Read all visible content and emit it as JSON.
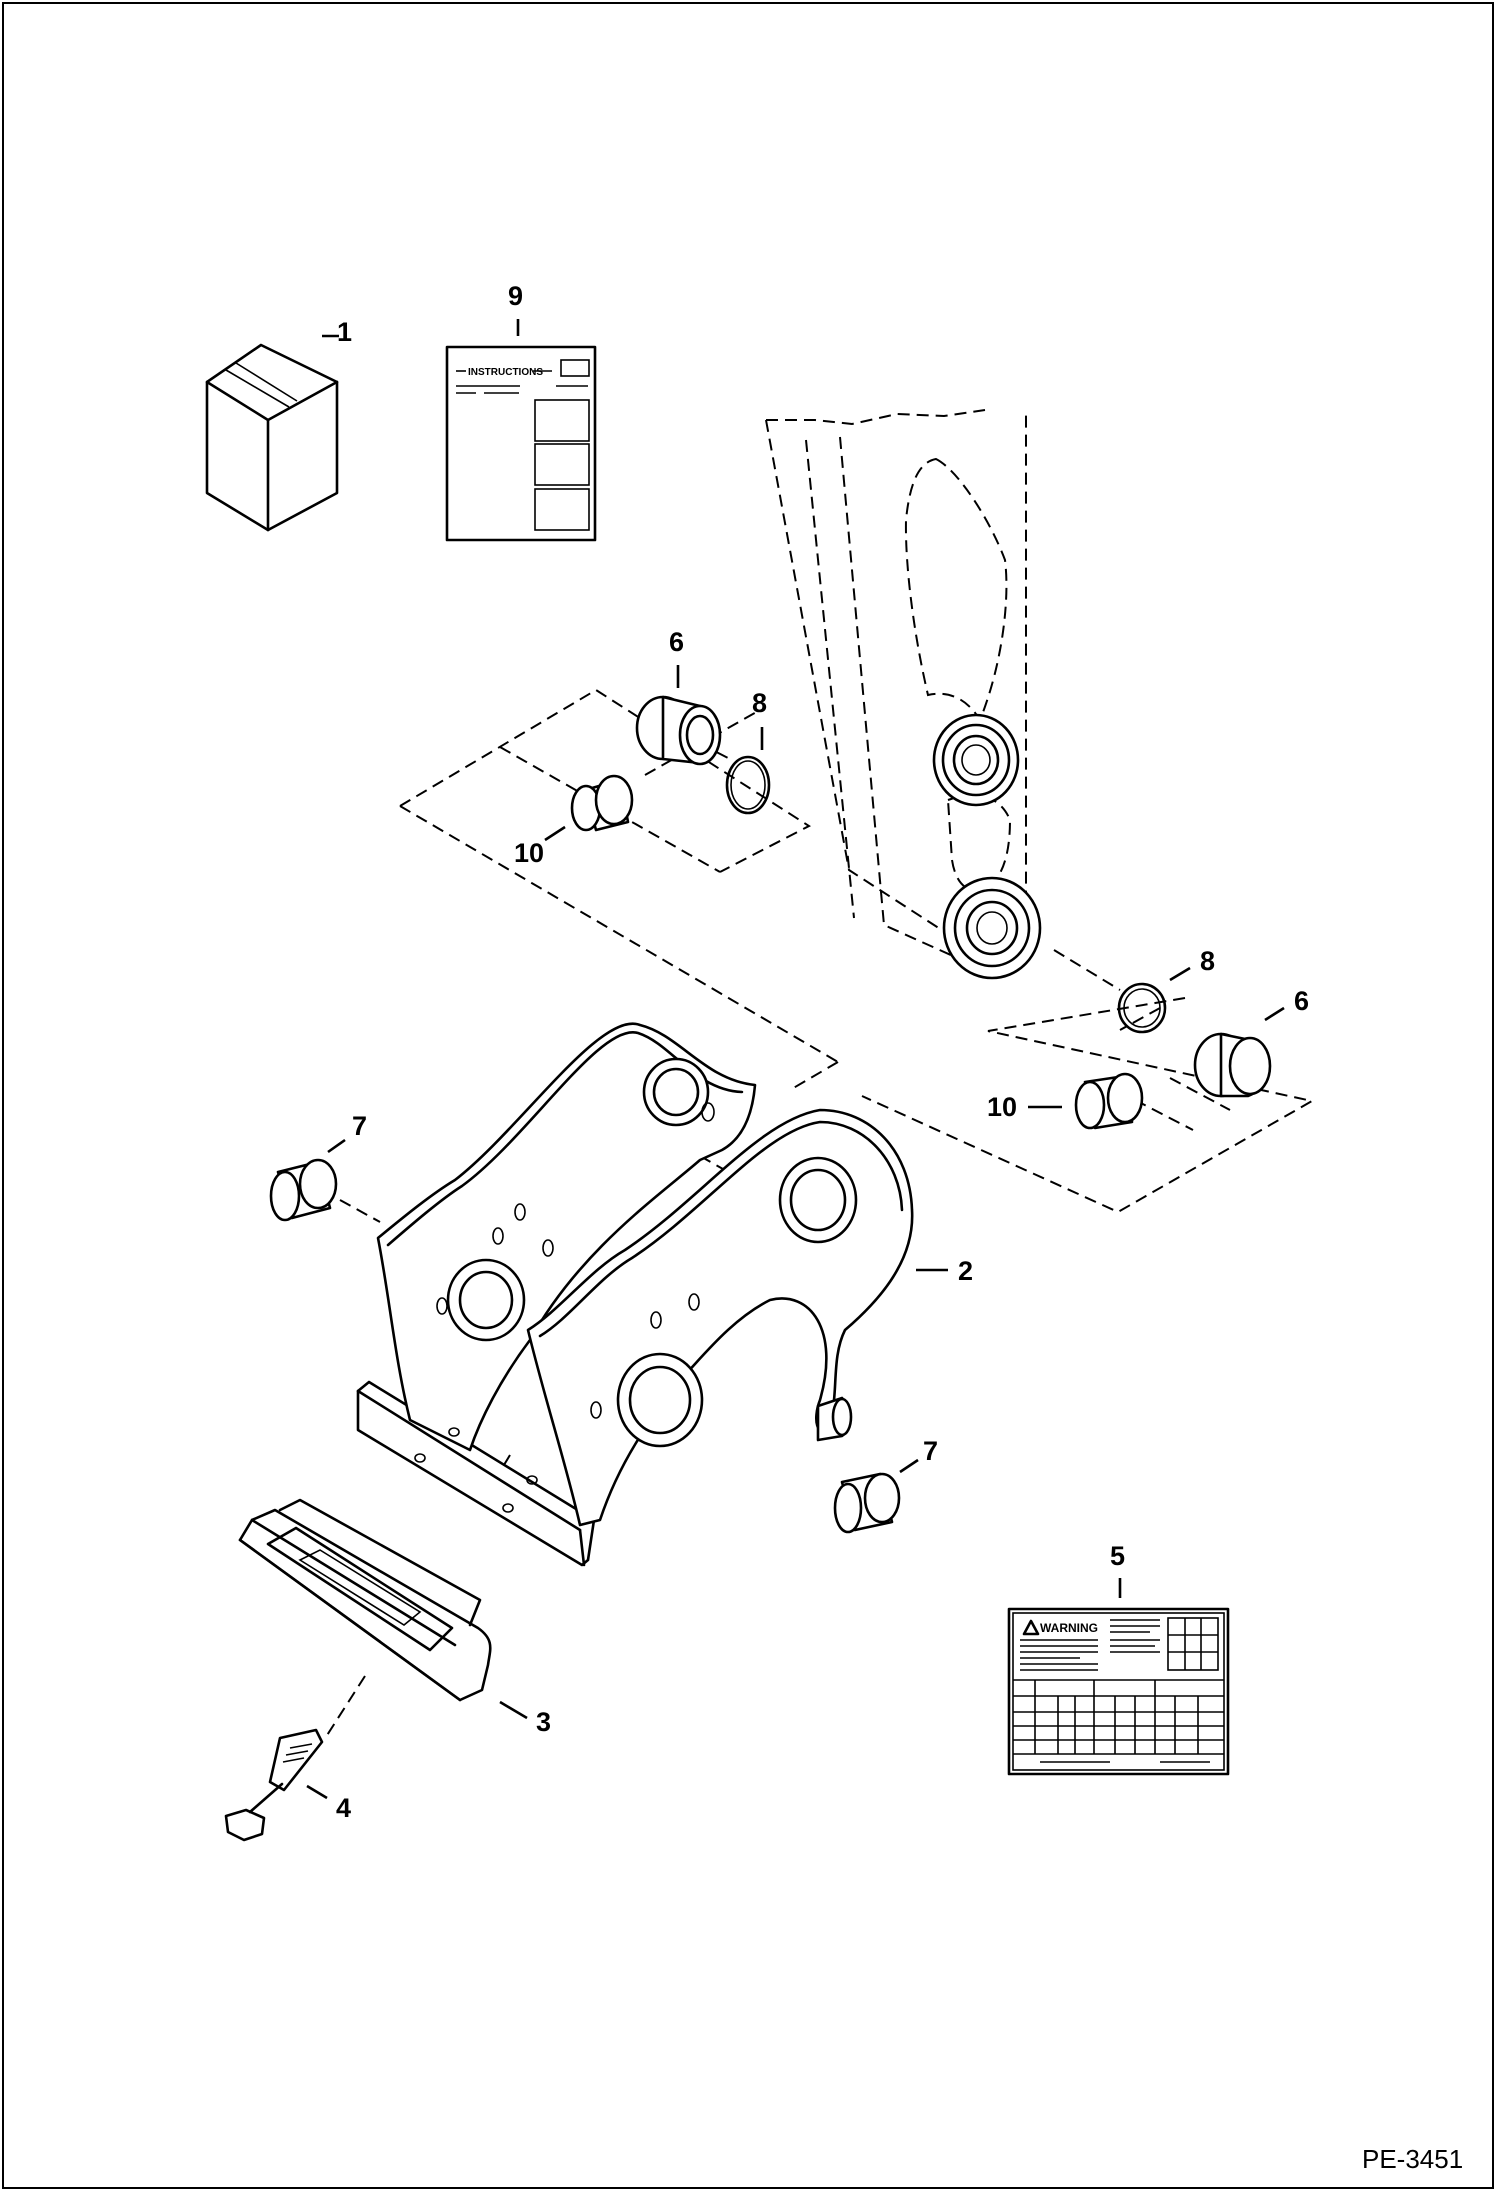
{
  "figure_code": "PE-3451",
  "callouts": {
    "c1": "1",
    "c2": "2",
    "c3": "3",
    "c4": "4",
    "c5": "5",
    "c6a": "6",
    "c6b": "6",
    "c7a": "7",
    "c7b": "7",
    "c8a": "8",
    "c8b": "8",
    "c9": "9",
    "c10a": "10",
    "c10b": "10"
  },
  "instruction_sheet": {
    "heading": "INSTRUCTIONS"
  },
  "warning_decal": {
    "heading": "WARNING"
  }
}
